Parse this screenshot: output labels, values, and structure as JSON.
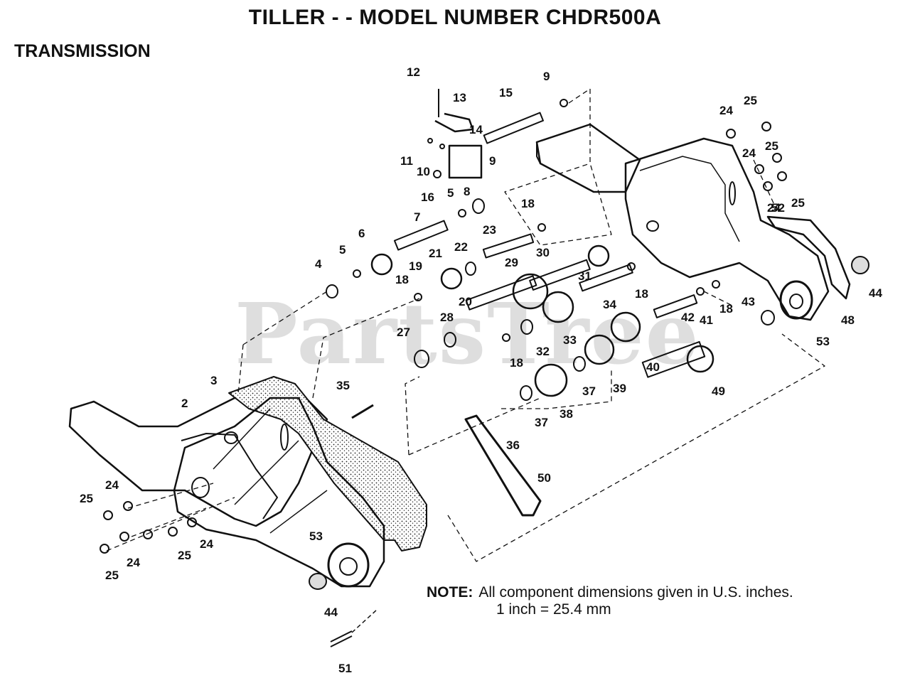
{
  "title": "TILLER - - MODEL NUMBER CHDR500A",
  "section": "TRANSMISSION",
  "watermark": "PartsTree",
  "note": {
    "label": "NOTE:",
    "line1": "All component dimensions given in U.S. inches.",
    "line2": "1 inch = 25.4 mm"
  },
  "callouts": [
    "12",
    "13",
    "15",
    "9",
    "14",
    "11",
    "10",
    "16",
    "9",
    "8",
    "5",
    "7",
    "6",
    "5",
    "4",
    "18",
    "19",
    "21",
    "22",
    "23",
    "18",
    "20",
    "29",
    "30",
    "31",
    "18",
    "34",
    "18",
    "42",
    "41",
    "43",
    "40",
    "33",
    "32",
    "28",
    "27",
    "18",
    "35",
    "3",
    "2",
    "37",
    "38",
    "39",
    "37",
    "36",
    "49",
    "50",
    "24",
    "25",
    "24",
    "25",
    "24",
    "25",
    "25",
    "24",
    "24",
    "25",
    "52",
    "25",
    "24",
    "53",
    "44",
    "51",
    "48",
    "44",
    "53"
  ],
  "colors": {
    "ink": "#111111",
    "paper": "#ffffff",
    "watermark": "#dddddd"
  }
}
